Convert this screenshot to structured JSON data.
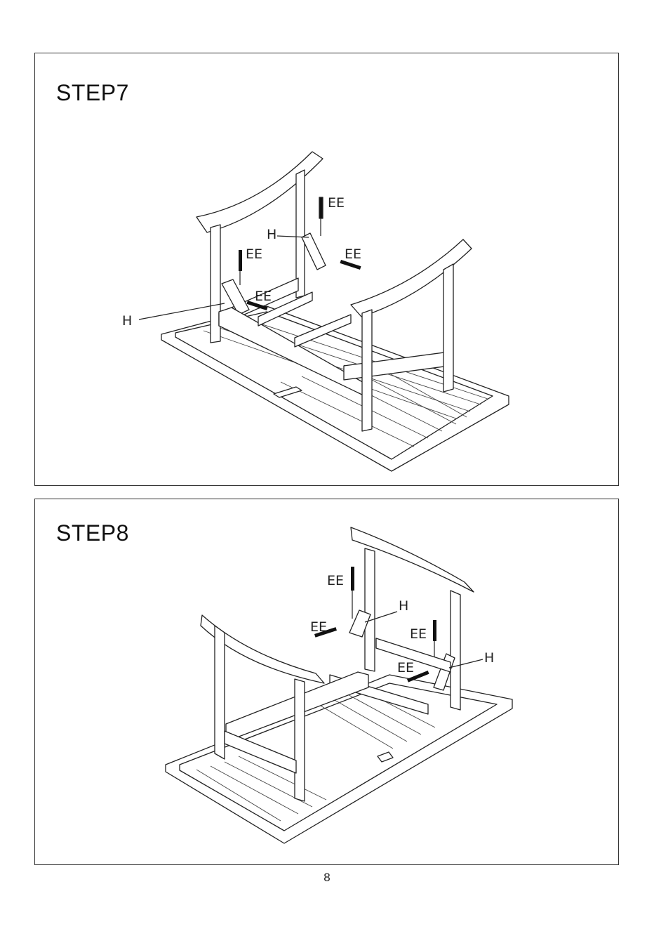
{
  "steps": [
    {
      "title": "STEP7",
      "callouts": {
        "ee1": "EE",
        "ee2": "EE",
        "ee3": "EE",
        "ee4": "EE",
        "h1": "H",
        "h2": "H"
      }
    },
    {
      "title": "STEP8",
      "callouts": {
        "ee1": "EE",
        "ee2": "EE",
        "ee3": "EE",
        "ee4": "EE",
        "h1": "H",
        "h2": "H"
      }
    }
  ],
  "page_number": "8",
  "icons": [
    "bolt-icon"
  ]
}
